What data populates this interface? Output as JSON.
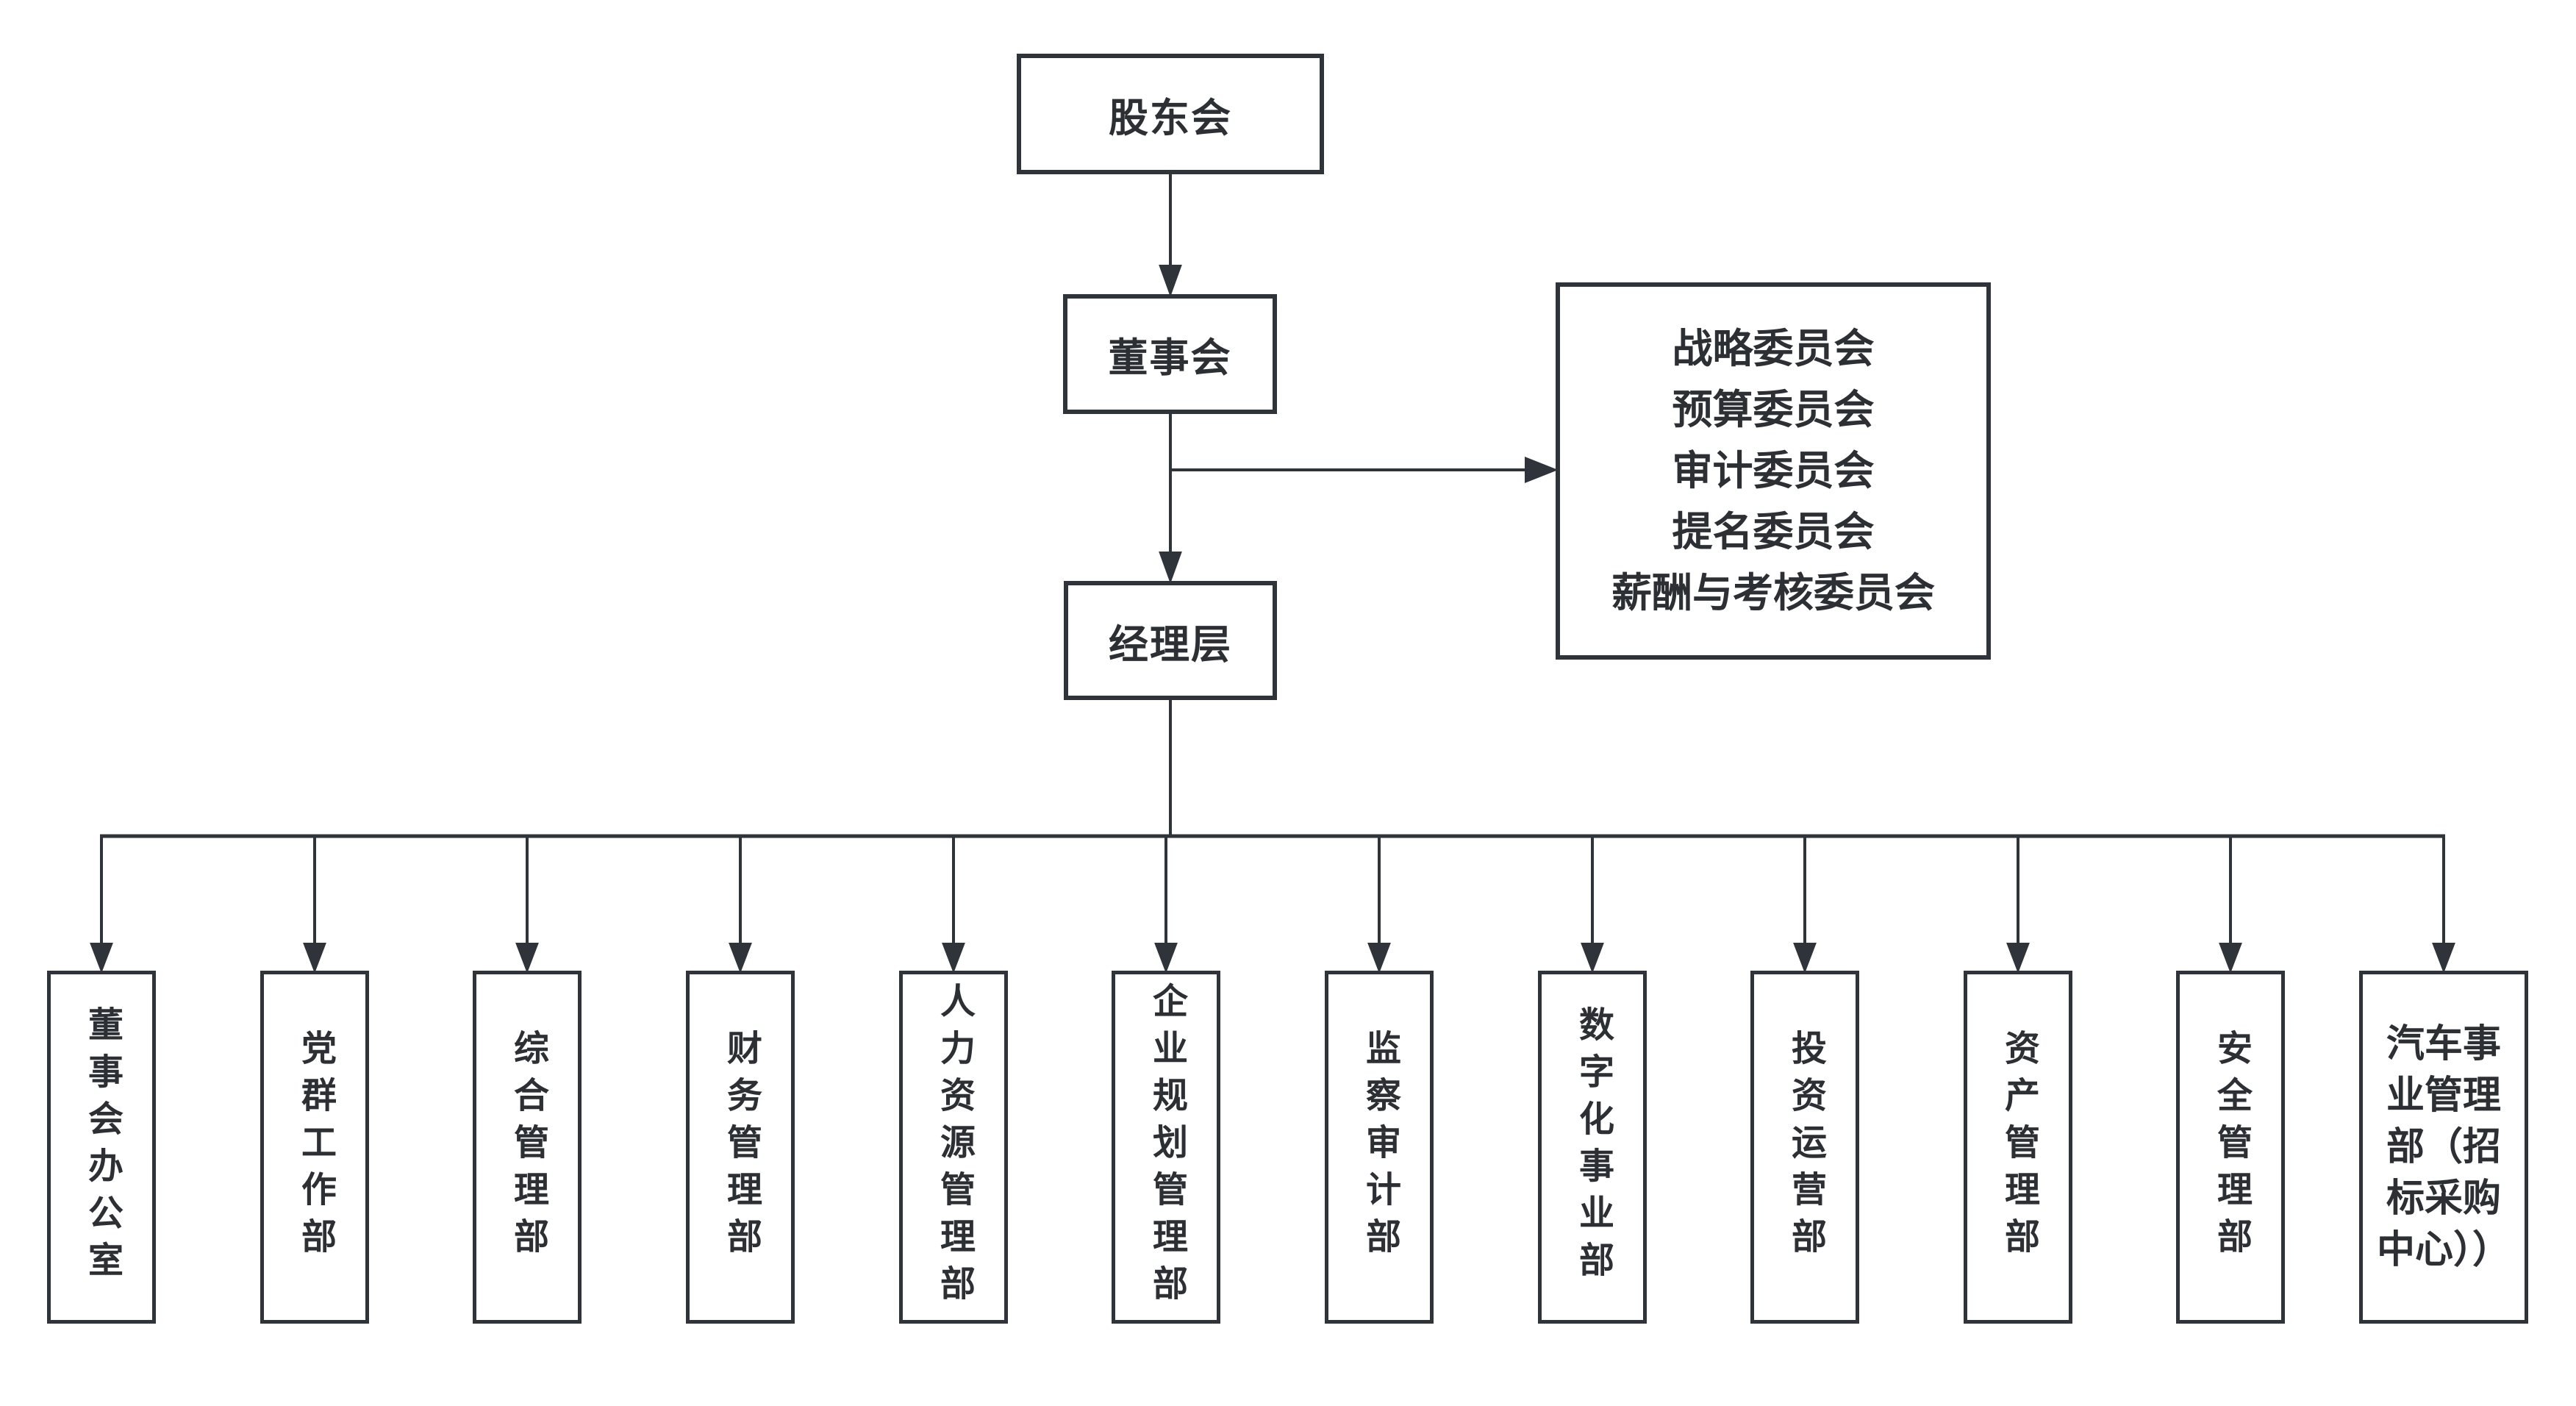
{
  "nodes": {
    "shareholders": {
      "label": "股东会"
    },
    "board": {
      "label": "董事会"
    },
    "management": {
      "label": "经理层"
    }
  },
  "committees": {
    "items": [
      "战略委员会",
      "预算委员会",
      "审计委员会",
      "提名委员会",
      "薪酬与考核委员会"
    ]
  },
  "departments": [
    {
      "label": "董事会办公室"
    },
    {
      "label": "党群工作部"
    },
    {
      "label": "综合管理部"
    },
    {
      "label": "财务管理部"
    },
    {
      "label": "人力资源管理部"
    },
    {
      "label": "企业规划管理部"
    },
    {
      "label": "监察审计部"
    },
    {
      "label": "数字化事业部"
    },
    {
      "label": "投资运营部"
    },
    {
      "label": "资产管理部"
    },
    {
      "label": "安全管理部"
    },
    {
      "label": "汽车事业管理部（招标采购中心））"
    }
  ],
  "colors": {
    "line": "#2f343a",
    "text": "#2c3035",
    "background": "#ffffff",
    "box_fill": "#ffffff"
  }
}
